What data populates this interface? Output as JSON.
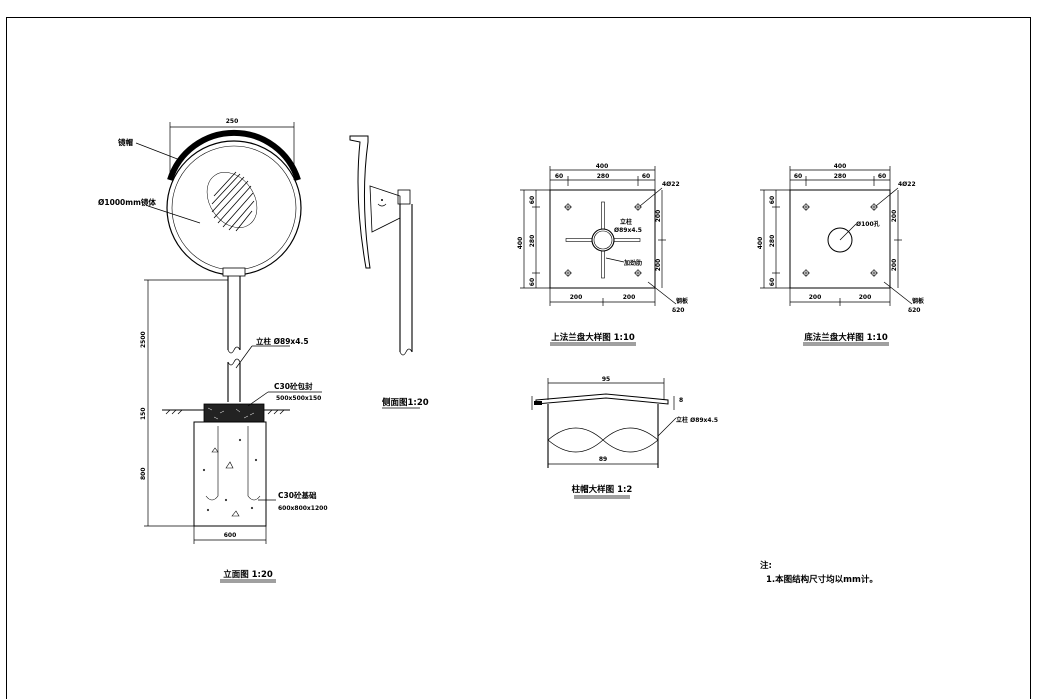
{
  "elevation": {
    "title": "立面图 1:20",
    "convex_cover_label": "镜帽",
    "mirror_label": "Ø1000mm镜体",
    "mirror_width": "250",
    "post_height": "2500",
    "post_label": "立柱 Ø89x4.5",
    "cap_label": "C30砼包封",
    "cap_size": "500x500x150",
    "cap_height": "150",
    "found_label": "C30砼基础",
    "found_size": "600x800x1200",
    "found_height": "800",
    "found_width": "600"
  },
  "side": {
    "title": "侧面图1:20"
  },
  "upper_flange": {
    "title": "上法兰盘大样图 1:10",
    "total": "400",
    "seg_left": "60",
    "seg_mid": "280",
    "seg_right": "60",
    "holes": "4Ø22",
    "post_label": "立柱",
    "post_size": "Ø89x4.5",
    "rib_label": "加劲肋",
    "bottom_left": "200",
    "bottom_right": "200",
    "left_total": "400",
    "left_top": "60",
    "left_mid": "280",
    "left_bottom": "60",
    "right_top": "200",
    "right_bottom": "200",
    "plate_label": "钢板",
    "plate_thk": "δ20"
  },
  "base_flange": {
    "title": "底法兰盘大样图 1:10",
    "total": "400",
    "seg_left": "60",
    "seg_mid": "280",
    "seg_right": "60",
    "holes": "4Ø22",
    "center_hole": "Ø100孔",
    "bottom_left": "200",
    "bottom_right": "200",
    "left_total": "400",
    "left_top": "60",
    "left_mid": "280",
    "left_bottom": "60",
    "right_top": "200",
    "right_bottom": "200",
    "plate_label": "钢板",
    "plate_thk": "δ20"
  },
  "cap_detail": {
    "title": "柱帽大样图 1:2",
    "top_dim": "95",
    "bottom_dim": "89",
    "side_dim": "8",
    "post_label": "立柱 Ø89x4.5"
  },
  "notes": {
    "heading": "注:",
    "line1": "1.本图结构尺寸均以mm计。"
  }
}
